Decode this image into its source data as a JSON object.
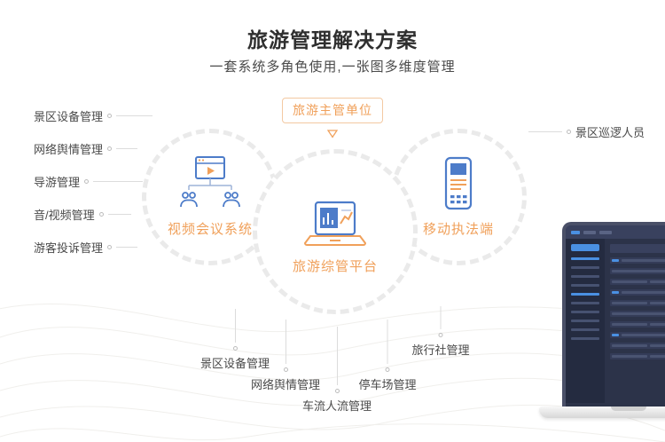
{
  "header": {
    "title": "旅游管理解决方案",
    "subtitle": "一套系统多角色使用,一张图多维度管理"
  },
  "authority": {
    "label": "旅游主管单位"
  },
  "platforms": [
    {
      "label": "视频会议系统",
      "icon": "video-conference-icon"
    },
    {
      "label": "旅游综管平台",
      "icon": "laptop-analytics-icon"
    },
    {
      "label": "移动执法端",
      "icon": "handheld-terminal-icon"
    }
  ],
  "left_modules": [
    "景区设备管理",
    "网络舆情管理",
    "导游管理",
    "音/视频管理",
    "游客投诉管理"
  ],
  "right_modules": [
    "景区巡逻人员"
  ],
  "bottom_modules": [
    "景区设备管理",
    "网络舆情管理",
    "车流人流管理",
    "停车场管理",
    "旅行社管理"
  ],
  "colors": {
    "accent_orange": "#F0A05A",
    "icon_blue": "#4D7CC9",
    "title_text": "#2F2F2F",
    "label_text": "#4A4A4A",
    "connector_gray": "#DCDCDC",
    "circle_ring": "#EAEAEA",
    "dashboard_dark": "#2C3349",
    "dashboard_accent": "#4A90E2"
  }
}
